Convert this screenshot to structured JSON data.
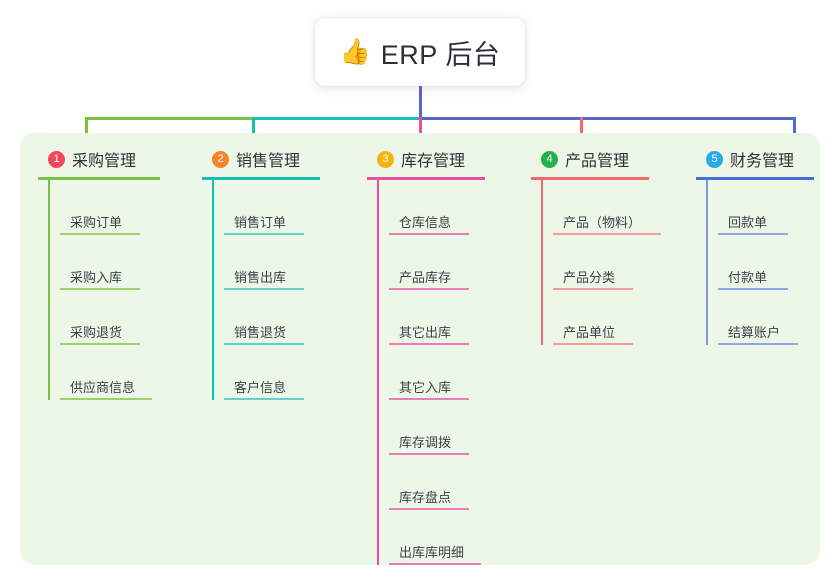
{
  "root": {
    "icon": "thumbs-up-icon",
    "emoji": "👍",
    "title": "ERP 后台"
  },
  "colors": {
    "panel_bg": "#edf7e8",
    "root_connector": "#5a63c8",
    "column_1": "#7ac143",
    "column_2": "#11c1b4",
    "column_3": "#e94d9b",
    "column_4": "#f4696e",
    "column_5": "#4a6fd4",
    "badge_1": "#f5475c",
    "badge_2": "#f5842a",
    "badge_3": "#f7b211",
    "badge_4": "#23b14d",
    "badge_5": "#2aa9e8",
    "title_text": "#2b2f36",
    "item_text": "#3c4048"
  },
  "columns": [
    {
      "index": "1",
      "title": "采购管理",
      "line_color": "#7ac143",
      "badge_color": "#f5475c",
      "rule_width": 122,
      "items": [
        {
          "label": "采购订单",
          "rule_width": 80
        },
        {
          "label": "采购入库",
          "rule_width": 80
        },
        {
          "label": "采购退货",
          "rule_width": 80
        },
        {
          "label": "供应商信息",
          "rule_width": 92
        }
      ]
    },
    {
      "index": "2",
      "title": "销售管理",
      "line_color": "#11c1b4",
      "badge_color": "#f5842a",
      "rule_width": 118,
      "items": [
        {
          "label": "销售订单",
          "rule_width": 80
        },
        {
          "label": "销售出库",
          "rule_width": 80
        },
        {
          "label": "销售退货",
          "rule_width": 80
        },
        {
          "label": "客户信息",
          "rule_width": 80
        }
      ]
    },
    {
      "index": "3",
      "title": "库存管理",
      "line_color": "#e94d9b",
      "badge_color": "#f7b211",
      "rule_width": 118,
      "items": [
        {
          "label": "仓库信息",
          "rule_width": 80
        },
        {
          "label": "产品库存",
          "rule_width": 80
        },
        {
          "label": "其它出库",
          "rule_width": 80
        },
        {
          "label": "其它入库",
          "rule_width": 80
        },
        {
          "label": "库存调拨",
          "rule_width": 80
        },
        {
          "label": "库存盘点",
          "rule_width": 80
        },
        {
          "label": "出库库明细",
          "rule_width": 92
        }
      ]
    },
    {
      "index": "4",
      "title": "产品管理",
      "line_color": "#f4696e",
      "badge_color": "#23b14d",
      "rule_width": 118,
      "items": [
        {
          "label": "产品（物料）",
          "rule_width": 108
        },
        {
          "label": "产品分类",
          "rule_width": 80
        },
        {
          "label": "产品单位",
          "rule_width": 80
        }
      ]
    },
    {
      "index": "5",
      "title": "财务管理",
      "line_color": "#4a6fd4",
      "badge_color": "#2aa9e8",
      "rule_width": 118,
      "items": [
        {
          "label": "回款单",
          "rule_width": 70
        },
        {
          "label": "付款单",
          "rule_width": 70
        },
        {
          "label": "结算账户",
          "rule_width": 80
        }
      ]
    }
  ]
}
